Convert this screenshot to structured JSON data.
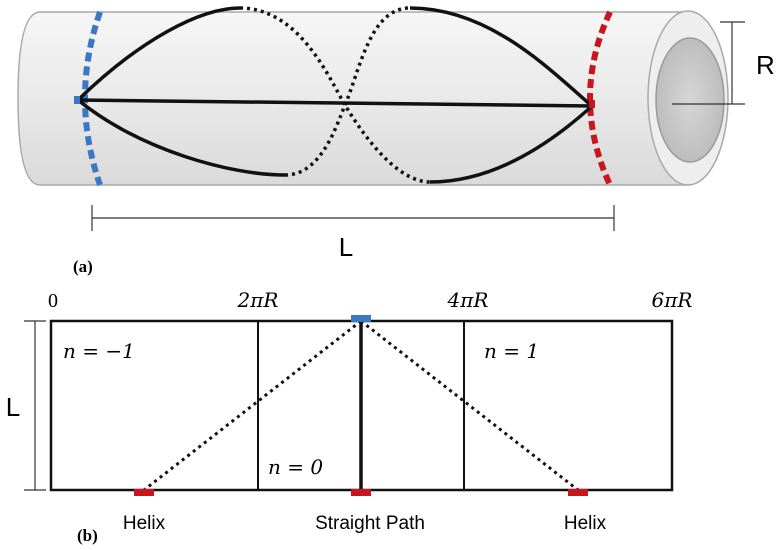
{
  "panel_a": {
    "label": "(a)",
    "length_label": "L",
    "radius_label": "R"
  },
  "panel_b": {
    "label": "(b)",
    "height_label": "L",
    "top_ticks": [
      "0",
      "2πR",
      "4πR",
      "6πR"
    ],
    "region_labels": {
      "left": "n = −1",
      "middle": "n = 0",
      "right": "n = 1"
    },
    "bottom_labels": {
      "left": "Helix",
      "middle": "Straight Path",
      "right": "Helix"
    }
  },
  "colors": {
    "start_marker": "#3a78c4",
    "end_marker": "#c8161e",
    "tube_fill": "#efefef",
    "tube_stroke": "#aaaaaa",
    "path_stroke": "#111111"
  }
}
